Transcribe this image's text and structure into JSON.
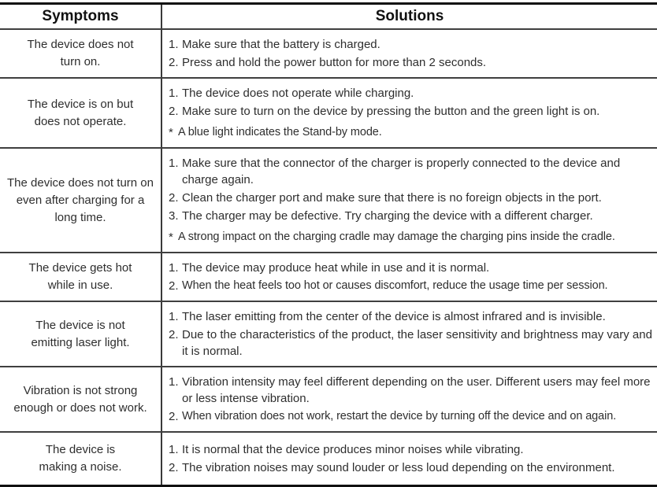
{
  "table": {
    "header": {
      "symptoms": "Symptoms",
      "solutions": "Solutions"
    },
    "rows": [
      {
        "symptom_lines": [
          "The device does not",
          "turn on."
        ],
        "solutions": [
          {
            "marker": "1.",
            "text": "Make sure that the battery is charged."
          },
          {
            "marker": "2.",
            "text": "Press and hold the power button for more than 2 seconds."
          }
        ]
      },
      {
        "symptom_lines": [
          "The device is on but",
          "does not operate."
        ],
        "solutions": [
          {
            "marker": "1.",
            "text": "The device does not operate while charging."
          },
          {
            "marker": "2.",
            "text": "Make sure to turn on the device by pressing the button and the green light is on."
          },
          {
            "marker": "*",
            "text": "A blue light indicates the Stand-by mode."
          }
        ]
      },
      {
        "symptom_lines": [
          "The device does not turn on",
          "even after charging for a",
          "long time."
        ],
        "solutions": [
          {
            "marker": "1.",
            "text": "Make sure that the connector of the charger is properly connected to the device and charge again."
          },
          {
            "marker": "2.",
            "text": "Clean the charger port and make sure that there is no foreign objects in the port."
          },
          {
            "marker": "3.",
            "text": "The charger may be defective. Try charging the device with a different charger."
          },
          {
            "marker": "*",
            "text": "A strong impact on the charging cradle may damage the charging pins inside the cradle."
          }
        ]
      },
      {
        "symptom_lines": [
          "The device gets hot",
          "while in use."
        ],
        "solutions": [
          {
            "marker": "1.",
            "text": "The device may produce heat while in use and it is normal."
          },
          {
            "marker": "2.",
            "text": "When the heat feels too hot or causes discomfort, reduce the usage time per session."
          }
        ]
      },
      {
        "symptom_lines": [
          "The device is not",
          "emitting laser light."
        ],
        "solutions": [
          {
            "marker": "1.",
            "text": "The laser emitting from the center of the device is almost infrared and is invisible."
          },
          {
            "marker": "2.",
            "text": "Due to the characteristics of the product, the laser sensitivity and brightness may vary and it is normal."
          }
        ]
      },
      {
        "symptom_lines": [
          "Vibration is not strong",
          "enough or does not work."
        ],
        "solutions": [
          {
            "marker": "1.",
            "text": "Vibration intensity may feel different depending on the user. Different users may feel more or less intense vibration."
          },
          {
            "marker": "2.",
            "text": "When vibration does not work, restart the device by turning off the device and on again."
          }
        ]
      },
      {
        "symptom_lines": [
          "The device is",
          "making a noise."
        ],
        "solutions": [
          {
            "marker": "1.",
            "text": "It is normal that the device produces minor noises while vibrating."
          },
          {
            "marker": "2.",
            "text": "The vibration noises may sound louder or less loud depending on the environment."
          }
        ]
      }
    ]
  },
  "colors": {
    "border_heavy": "#101010",
    "border_light": "#3f3f3f",
    "text": "#2e2e2e",
    "header_text": "#111111",
    "background": "#ffffff"
  }
}
